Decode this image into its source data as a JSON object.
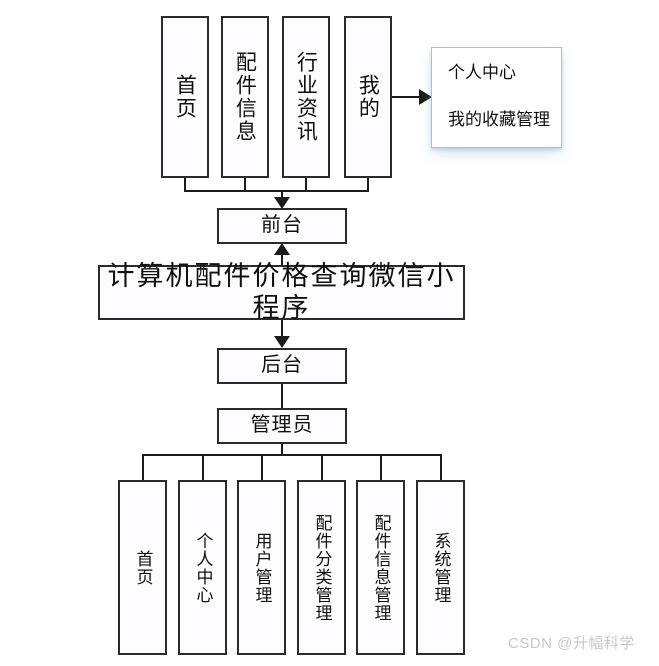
{
  "diagram": {
    "type": "system-function-tree",
    "title": "计算机配件价格查询微信小程序",
    "frontend": {
      "label": "前台",
      "modules": [
        {
          "label": "首页"
        },
        {
          "label": "配件信息"
        },
        {
          "label": "行业资讯"
        },
        {
          "label": "我的"
        }
      ],
      "detail_panel": {
        "line1": "个人中心",
        "line2": "我的收藏管理"
      }
    },
    "backend": {
      "label": "后台",
      "role": "管理员",
      "modules": [
        {
          "label": "首页"
        },
        {
          "label": "个人中心"
        },
        {
          "label": "用户管理"
        },
        {
          "label": "配件分类管理"
        },
        {
          "label": "配件信息管理"
        },
        {
          "label": "系统管理"
        }
      ]
    }
  },
  "watermark": {
    "text": "CSDN @升幅科学"
  },
  "colors": {
    "stroke": "#1c1c1c",
    "box_fill": "#fdfdff",
    "panel_border": "#b9bcc2",
    "panel_glow": "#6ea0e1",
    "watermark": "#c8c8c8"
  }
}
